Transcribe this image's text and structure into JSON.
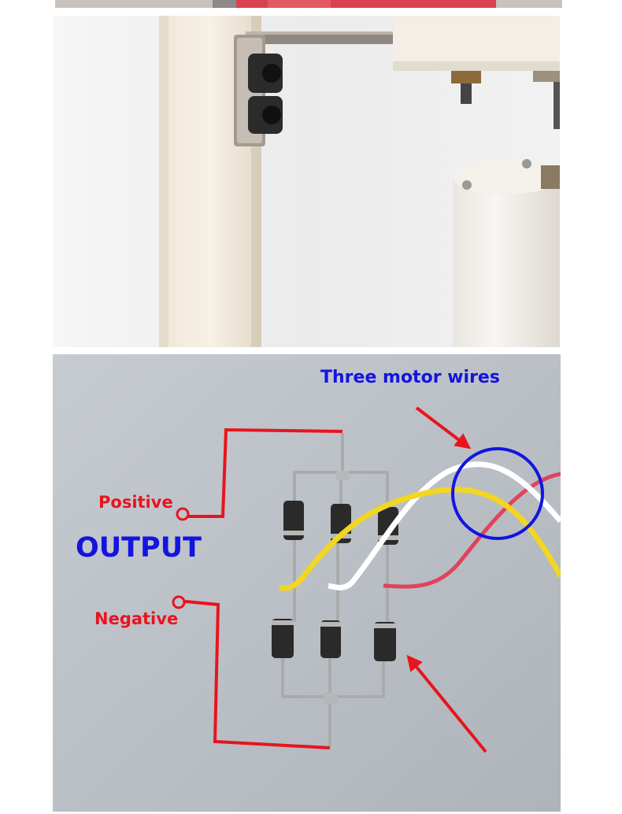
{
  "annotations": {
    "motor_wires": "Three motor wires",
    "positive": "Positive",
    "output": "OUTPUT",
    "negative": "Negative"
  },
  "colors": {
    "annotation_red": "#e8141e",
    "annotation_blue": "#1414e0",
    "board_gray": "#b9bfc5",
    "bracket_white": "#efe9df",
    "wire_yellow": "#f2d622",
    "wire_white": "#ffffff",
    "wire_pink": "#e0435c",
    "diode_body": "#2a2a2a"
  },
  "icons": [
    "red-arrow-icon",
    "blue-circle-marker",
    "terminal-circle-icon"
  ]
}
